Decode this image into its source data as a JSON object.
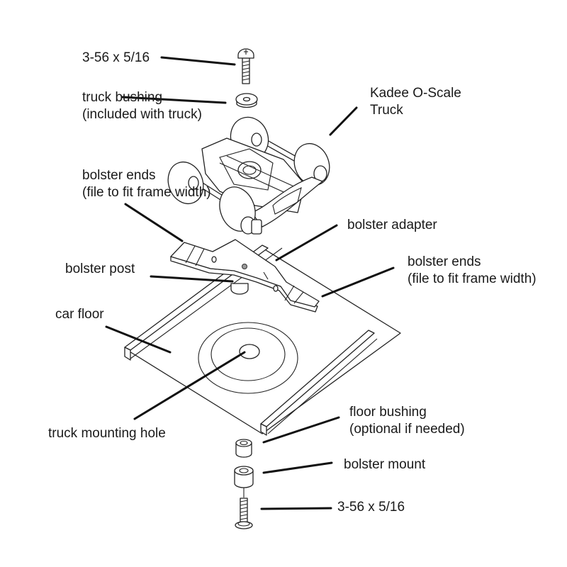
{
  "diagram": {
    "title": "Kadee O-Scale Truck mounting exploded view",
    "labels": {
      "top_screw": "3-56 x 5/16",
      "truck_bushing_line1": "truck bushing",
      "truck_bushing_line2": "(included with truck)",
      "truck_line1": "Kadee O-Scale",
      "truck_line2": "Truck",
      "bolster_ends_left_line1": "bolster ends",
      "bolster_ends_left_line2": "(file to fit frame width)",
      "bolster_adapter": "bolster adapter",
      "bolster_post": "bolster post",
      "bolster_ends_right_line1": "bolster ends",
      "bolster_ends_right_line2": "(file to fit frame width)",
      "car_floor": "car floor",
      "truck_mounting_hole": "truck mounting hole",
      "floor_bushing_line1": "floor bushing",
      "floor_bushing_line2": "(optional if needed)",
      "bolster_mount": "bolster mount",
      "bottom_screw": "3-56 x 5/16"
    },
    "parts": [
      {
        "id": "top-screw",
        "icon": "screw-icon"
      },
      {
        "id": "truck-bushing",
        "icon": "bushing-icon"
      },
      {
        "id": "truck",
        "icon": "truck-icon"
      },
      {
        "id": "bolster-adapter",
        "icon": "bolster-adapter-icon"
      },
      {
        "id": "bolster-post",
        "icon": "post-icon"
      },
      {
        "id": "car-floor",
        "icon": "floor-plate-icon"
      },
      {
        "id": "floor-bushing",
        "icon": "bushing-icon"
      },
      {
        "id": "bolster-mount",
        "icon": "mount-icon"
      },
      {
        "id": "bottom-screw",
        "icon": "screw-icon"
      }
    ]
  }
}
